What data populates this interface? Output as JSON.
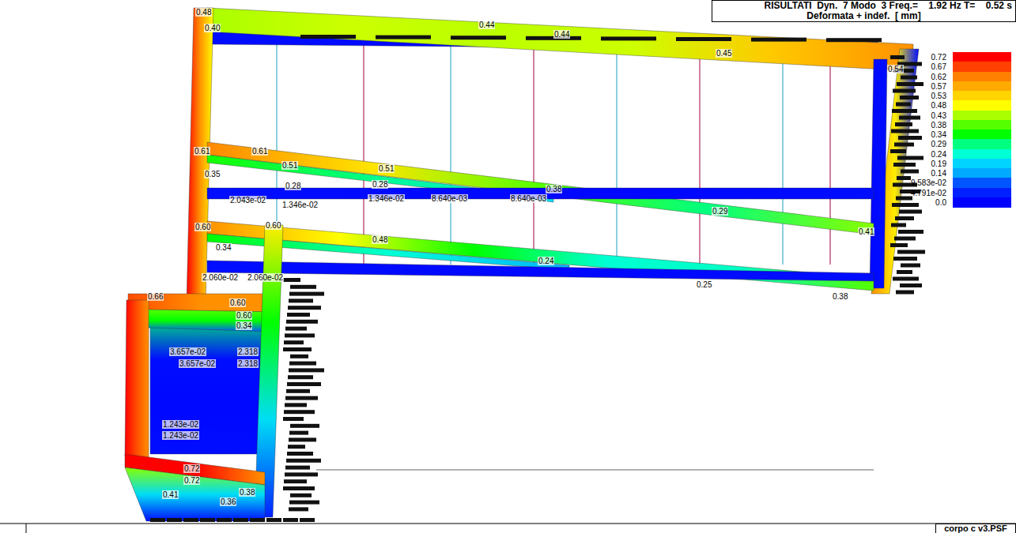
{
  "diagram": {
    "nodes": [
      {
        "text": [
          "RISULTATI  Dyn.  7 Modo  3 Freq.=    1.92 Hz T=    0.52 s",
          "Deformata + indef.  [ mm]"
        ]
      },
      {
        "text": [
          "corpo c v3.PSF"
        ]
      }
    ],
    "labels": [
      "0.48",
      "0.40",
      "0.44",
      "0.44",
      "0.45",
      "0.54",
      "0.61",
      "0.61",
      "0.51",
      "0.35",
      "0.28",
      "0.51",
      "0.28",
      "0.38",
      "2.043e-02",
      "1.346e-02",
      "1.346e-02",
      "8.640e-03",
      "8.640e-03",
      "0.29",
      "0.41",
      "0.60",
      "0.60",
      "0.34",
      "0.48",
      "0.24",
      "0.25",
      "0.38",
      "2.060e-02",
      "2.060e-02",
      "0.66",
      "0.60",
      "0.60",
      "0.34",
      "3.657e-02",
      "3.657e-02",
      "2.318",
      "2.318",
      "1.243e-02",
      "1.243e-02",
      "0.72",
      "0.72",
      "0.41",
      "0.36",
      "0.38"
    ],
    "legend": [
      {
        "text": "0.72",
        "color": "#ff0000"
      },
      {
        "text": "0.67",
        "color": "#ff4000"
      },
      {
        "text": "0.62",
        "color": "#ff8000"
      },
      {
        "text": "0.57",
        "color": "#ffaa00"
      },
      {
        "text": "0.53",
        "color": "#ffd400"
      },
      {
        "text": "0.48",
        "color": "#ffff00"
      },
      {
        "text": "0.43",
        "color": "#aaff00"
      },
      {
        "text": "0.38",
        "color": "#55ff00"
      },
      {
        "text": "0.34",
        "color": "#00ff00"
      },
      {
        "text": "0.29",
        "color": "#00ff80"
      },
      {
        "text": "0.24",
        "color": "#00ffd4"
      },
      {
        "text": "0.19",
        "color": "#00d4ff"
      },
      {
        "text": "0.14",
        "color": "#00aaff"
      },
      {
        "text": "9.583e-02",
        "color": "#0055ff"
      },
      {
        "text": "4.791e-02",
        "color": "#0020ff"
      },
      {
        "text": "0.0",
        "color": "#0000ff"
      }
    ]
  }
}
